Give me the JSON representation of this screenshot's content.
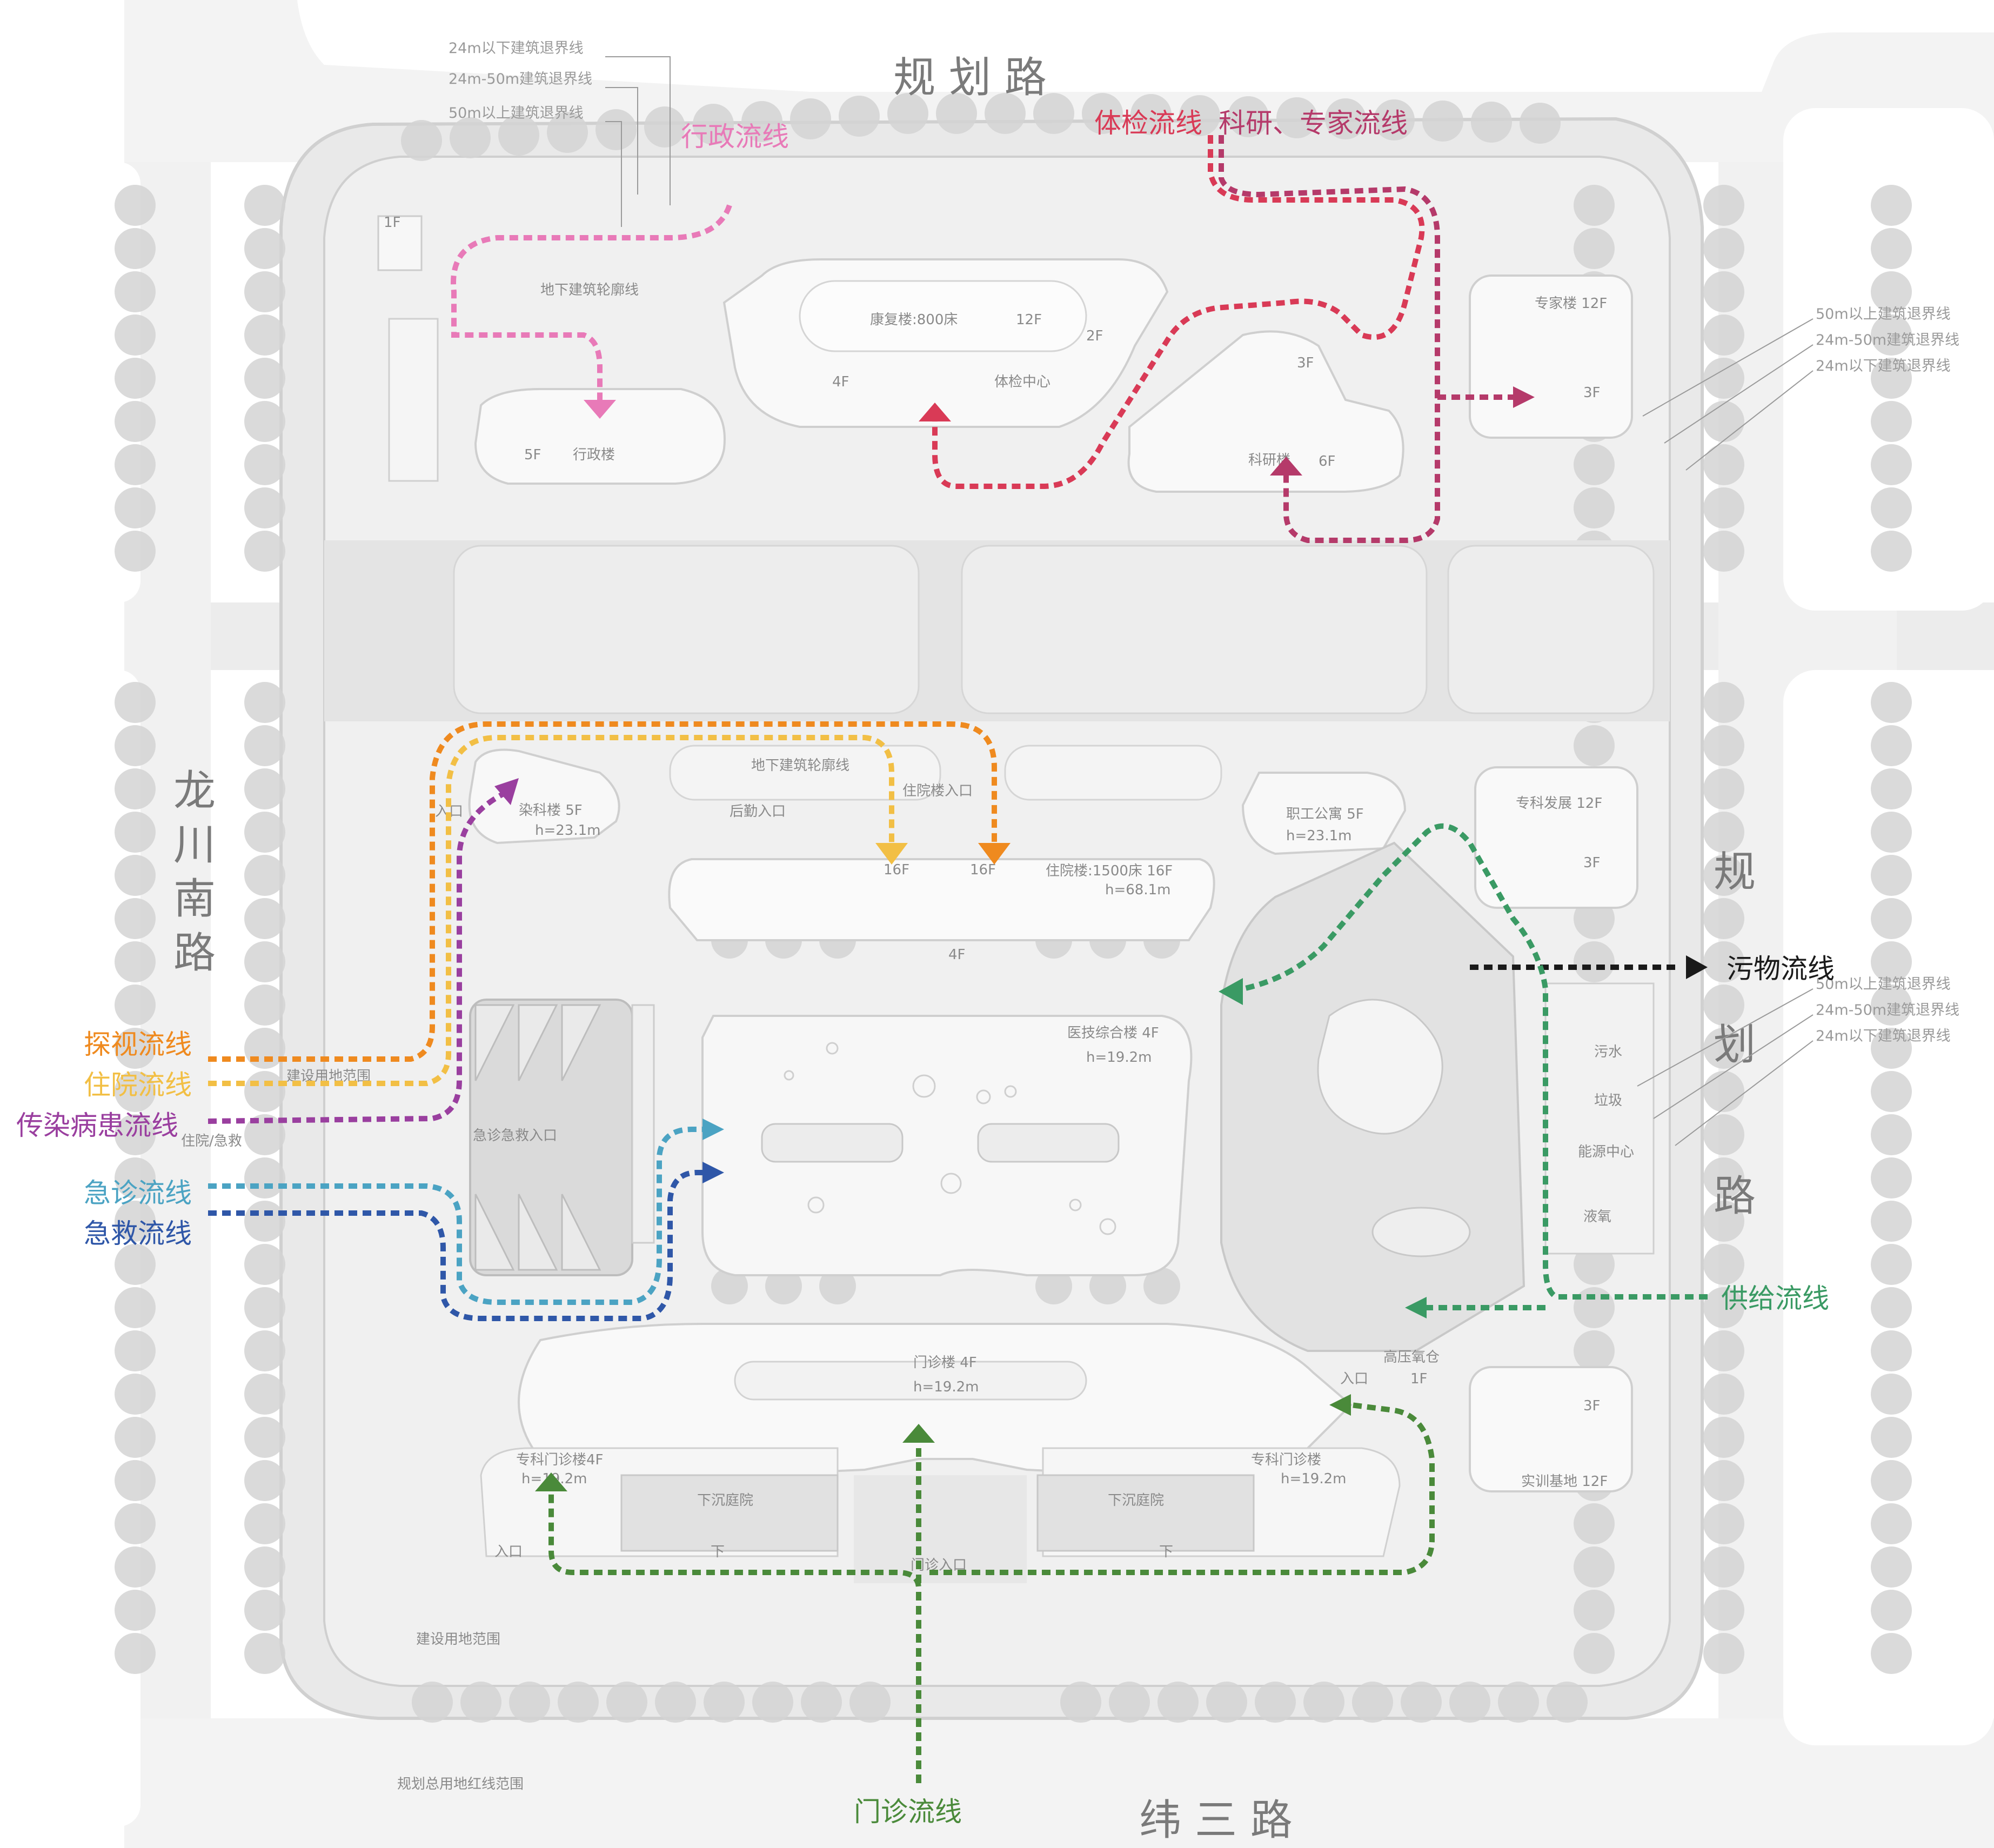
{
  "roads": {
    "north": "规 划 路",
    "west": [
      "龙",
      "川",
      "南",
      "路"
    ],
    "east": [
      "规",
      "划",
      "路"
    ],
    "south": "纬 三 路"
  },
  "setback_labels": {
    "north": [
      "24m以下建筑退界线",
      "24m-50m建筑退界线",
      "50m以上建筑退界线"
    ],
    "east_upper": [
      "50m以上建筑退界线",
      "24m-50m建筑退界线",
      "24m以下建筑退界线"
    ],
    "east_lower": [
      "50m以上建筑退界线",
      "24m-50m建筑退界线",
      "24m以下建筑退界线"
    ]
  },
  "buildings": {
    "rehab": "康复楼:800床",
    "rehab_12f": "12F",
    "rehab_2f": "2F",
    "rehab_4f": "4F",
    "checkup": "体检中心",
    "admin": "行政楼",
    "admin_5f": "5F",
    "research": "科研楼",
    "research_6f": "6F",
    "research_3f": "3F",
    "expert": "专家楼 12F",
    "expert_3f": "3F",
    "infect": "染科楼 5F",
    "infect_h": "h=23.1m",
    "inpatient_entry": "住院楼入口",
    "logistics_entry": "后勤入口",
    "underground_1": "地下建筑轮廓线",
    "underground_2": "地下建筑轮廓线",
    "staff": "职工公寓  5F",
    "staff_h": "h=23.1m",
    "inpatient": "住院楼:1500床 16F",
    "inpatient_h": "h=68.1m",
    "inp_16f_a": "16F",
    "inp_16f_b": "16F",
    "inp_4f": "4F",
    "specialty_dev": "专科发展  12F",
    "specialty_dev_3f": "3F",
    "medtech": "医技综合楼  4F",
    "medtech_h": "h=19.2m",
    "emergency_entry": "急诊急救入口",
    "inp_emerg": "住院/急救",
    "site_scope_1": "建设用地范围",
    "site_scope_2": "建设用地范围",
    "entry_1": "入口",
    "entry_2": "入口",
    "entry_3": "入口",
    "sewage": "污水",
    "garbage": "垃圾",
    "energy": "能源中心",
    "oxygen": "液氧",
    "hyperbaric": "高压氧仓",
    "hyperbaric_1f": "1F",
    "outpatient": "门诊楼   4F",
    "outpatient_h": "h=19.2m",
    "spec_out_l": "专科门诊楼4F",
    "spec_out_l_h": "h=19.2m",
    "spec_out_r": "专科门诊楼",
    "spec_out_r_h": "h=19.2m",
    "sunken_l": "下沉庭院",
    "sunken_r": "下沉庭院",
    "down_l": "下",
    "down_r": "下",
    "outpatient_entry": "门诊入口",
    "training": "实训基地  12F",
    "training_3f": "3F",
    "redline": "规划总用地红线范围",
    "one_f": "1F"
  },
  "flows": {
    "admin": {
      "label": "行政流线",
      "color": "#e87ab8"
    },
    "checkup": {
      "label": "体检流线",
      "color": "#d93a56"
    },
    "research": {
      "label": "科研、专家流线",
      "color": "#b53a6a"
    },
    "visit": {
      "label": "探视流线",
      "color": "#ef8a1f"
    },
    "inpatient": {
      "label": "住院流线",
      "color": "#f2bf45"
    },
    "infectious": {
      "label": "传染病患流线",
      "color": "#9a3f9f"
    },
    "emergency": {
      "label": "急诊流线",
      "color": "#4ba3c3"
    },
    "rescue": {
      "label": "急救流线",
      "color": "#2f57a8"
    },
    "waste": {
      "label": "污物流线",
      "color": "#1a1a1a"
    },
    "supply": {
      "label": "供给流线",
      "color": "#3a9a64"
    },
    "outpatient": {
      "label": "门诊流线",
      "color": "#4a8a3a"
    }
  }
}
